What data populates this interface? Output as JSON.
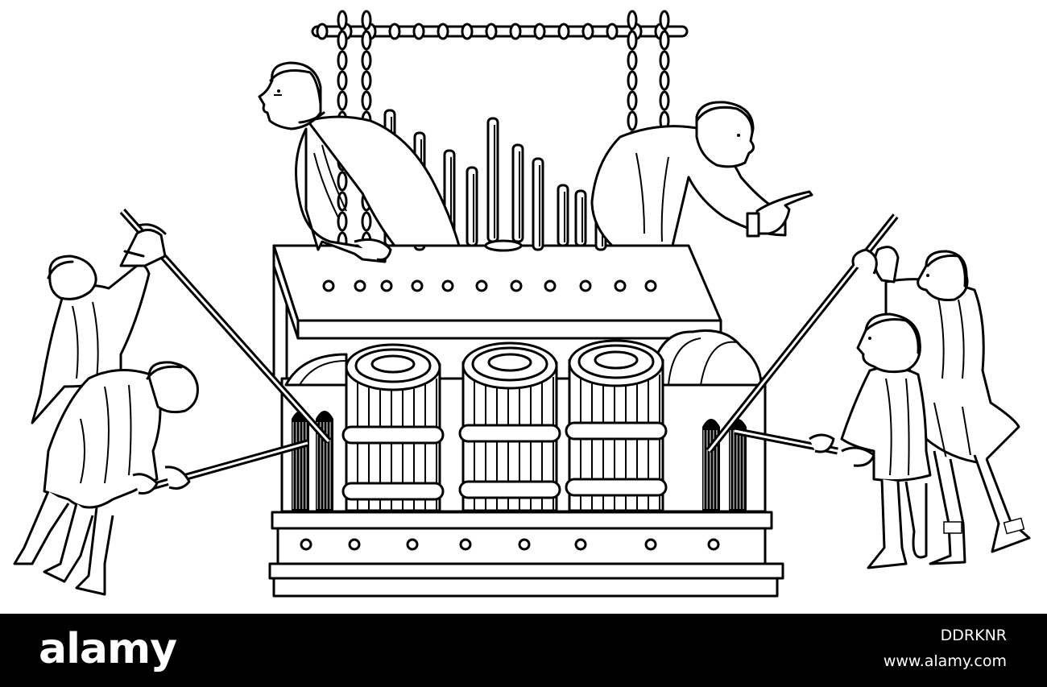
{
  "image": {
    "subject": "organ-engraving",
    "colors": {
      "ink": "#000000",
      "paper": "#ffffff",
      "footer": "#000000",
      "footer_text": "#ffffff"
    }
  },
  "footer": {
    "brand": "alamy",
    "image_id": "DDRKNR",
    "url": "www.alamy.com"
  }
}
